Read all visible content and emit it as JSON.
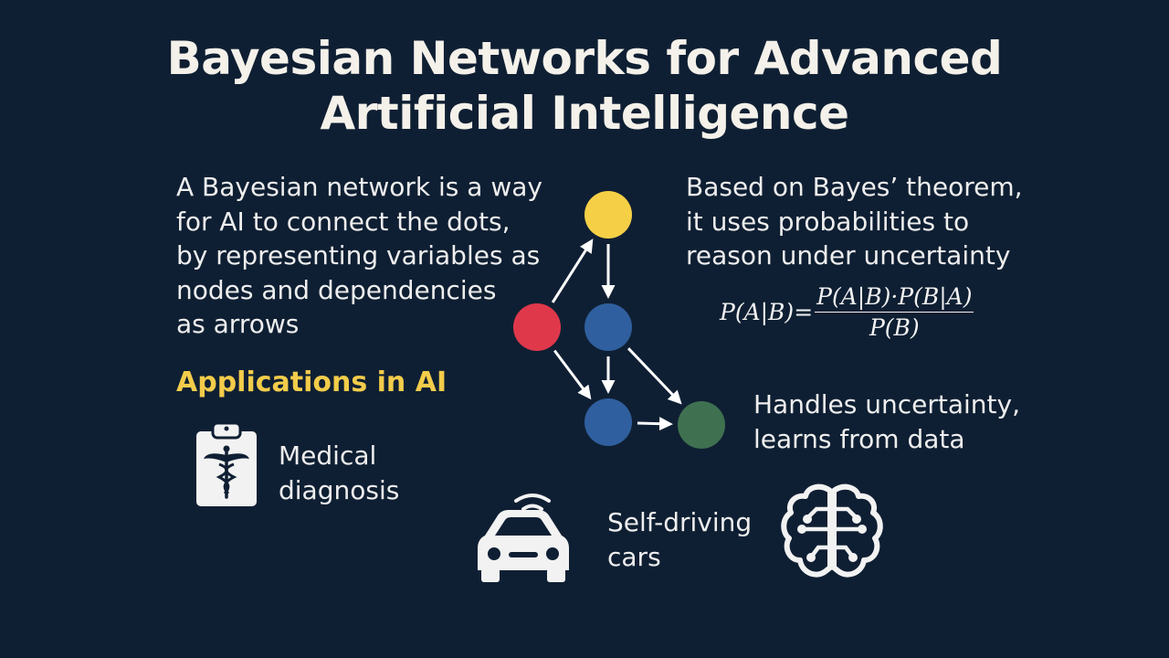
{
  "title": {
    "line1": "Bayesian Networks for Advanced",
    "line2": "Artificial Intelligence"
  },
  "left_description": {
    "lines": [
      "A Bayesian network is a way",
      "for AI to connect the dots,",
      "by representing variables as",
      "nodes and dependencies",
      "as arrows"
    ]
  },
  "right_description": {
    "lines": [
      "Based on Bayes’ theorem,",
      "it uses probabilities to",
      "reason under uncertainty"
    ]
  },
  "formula": {
    "lhs": "P(A|B)",
    "equals": "=",
    "numerator": "P(A|B)·P(B|A)",
    "denominator": "P(B)"
  },
  "applications": {
    "heading": "Applications in AI",
    "medical": {
      "line1": "Medical",
      "line2": "diagnosis",
      "icon": "medical-clipboard-icon"
    },
    "cars": {
      "line1": "Self-driving",
      "line2": "cars",
      "icon": "car-icon"
    },
    "brain_icon": "brain-circuit-icon"
  },
  "uncertainty": {
    "line1": "Handles uncertainty,",
    "line2": "learns from data"
  },
  "network": {
    "nodes": [
      {
        "id": "top",
        "color": "#f5d046"
      },
      {
        "id": "left",
        "color": "#e0384b"
      },
      {
        "id": "middle",
        "color": "#2f5f9e"
      },
      {
        "id": "bottom",
        "color": "#2f5f9e"
      },
      {
        "id": "right",
        "color": "#3f7150"
      }
    ],
    "edges": [
      [
        "left",
        "top"
      ],
      [
        "top",
        "middle"
      ],
      [
        "left",
        "bottom"
      ],
      [
        "middle",
        "bottom"
      ],
      [
        "middle",
        "right"
      ],
      [
        "bottom",
        "right"
      ]
    ]
  },
  "colors": {
    "background": "#0f1f33",
    "heading_accent": "#f2cc4a",
    "text": "#eeeeee"
  }
}
